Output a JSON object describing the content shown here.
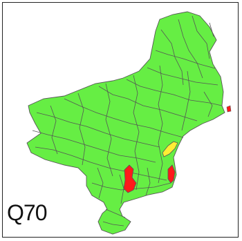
{
  "map": {
    "label": "Q70",
    "colors": {
      "base": "#66ee44",
      "border": "#555555",
      "high": "#ff1a1a",
      "medium": "#ffee33"
    },
    "highlight_categories": [
      "high",
      "medium"
    ]
  }
}
